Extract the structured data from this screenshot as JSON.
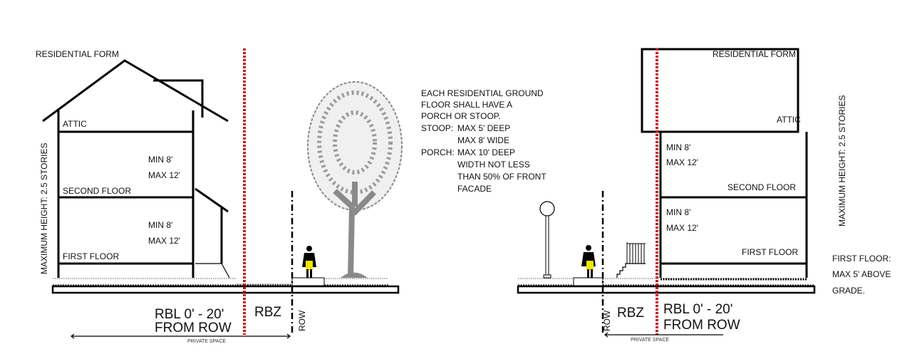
{
  "left": {
    "title": "RESIDENTIAL FORM",
    "height_label": "MAXIMUM HEIGHT: 2.5 STORIES",
    "attic": "ATTIC",
    "second_floor": "SECOND FLOOR",
    "first_floor": "FIRST FLOOR",
    "upper_min": "MIN 8'",
    "upper_max": "MAX 12'",
    "lower_min": "MIN 8'",
    "lower_max": "MAX 12'",
    "rbl_line1": "RBL 0' - 20'",
    "rbl_line2": "FROM ROW",
    "rbz": "RBZ",
    "row": "ROW",
    "private_space": "PRIVATE SPACE"
  },
  "notes": [
    "EACH RESIDENTIAL GROUND",
    "FLOOR SHALL HAVE A",
    "PORCH OR STOOP.",
    "STOOP:",
    "MAX 5' DEEP",
    "MAX 8' WIDE",
    "PORCH:",
    "MAX 10' DEEP",
    "WIDTH NOT LESS",
    "THAN 50% OF FRONT",
    "FACADE"
  ],
  "right": {
    "title": "RESIDENTIAL FORM",
    "height_label": "MAXIMUM HEIGHT: 2.5 STORIES",
    "attic": "ATTIC",
    "second_floor": "SECOND FLOOR",
    "first_floor": "FIRST FLOOR",
    "upper_min": "MIN 8'",
    "upper_max": "MAX 12'",
    "lower_min": "MIN 8'",
    "lower_max": "MAX 12'",
    "first_floor_note": [
      "FIRST FLOOR:",
      "MAX 5' ABOVE",
      "GRADE."
    ],
    "rbl_line1": "RBL 0' - 20'",
    "rbl_line2": "FROM ROW",
    "rbz": "RBZ",
    "row": "ROW",
    "private_space": "PRIVATE SPACE"
  },
  "colors": {
    "build_line": "#d0141c",
    "person_accent": "#f2e600",
    "tree": "#8a8a8a"
  }
}
